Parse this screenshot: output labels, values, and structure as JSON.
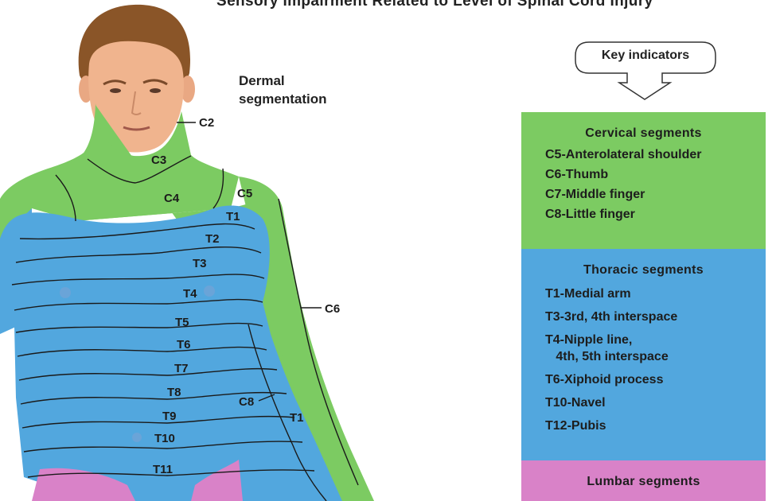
{
  "title": "Sensory Impairment Related to Level of Spinal Cord Injury",
  "figure_label": [
    "Dermal",
    "segmentation"
  ],
  "key_indicators": "Key indicators",
  "figure_labels": {
    "c2": "C2",
    "c3": "C3",
    "c4": "C4",
    "c5": "C5",
    "c6": "C6",
    "c8": "C8",
    "t1_chest": "T1",
    "t2": "T2",
    "t3": "T3",
    "t4": "T4",
    "t5": "T5",
    "t6": "T6",
    "t7": "T7",
    "t8": "T8",
    "t9": "T9",
    "t10": "T10",
    "t11": "T11",
    "t1_arm": "T1"
  },
  "panels": {
    "cervical": {
      "heading": "Cervical segments",
      "items": [
        "C5-Anterolateral shoulder",
        "C6-Thumb",
        "C7-Middle finger",
        "C8-Little finger"
      ],
      "color": "#7ccb62"
    },
    "thoracic": {
      "heading": "Thoracic segments",
      "items": [
        "T1-Medial arm",
        "T3-3rd, 4th interspace",
        "T4-Nipple line,\n   4th, 5th interspace",
        "T6-Xiphoid process",
        "T10-Navel",
        "T12-Pubis"
      ],
      "color": "#52a7de"
    },
    "lumbar": {
      "heading": "Lumbar segments",
      "color": "#d982c8"
    }
  },
  "colors": {
    "cervical_green": "#7ccb62",
    "thoracic_blue": "#52a7de",
    "lumbar_pink": "#d982c8",
    "skin": "#f0b48e",
    "hair": "#8a5528"
  }
}
